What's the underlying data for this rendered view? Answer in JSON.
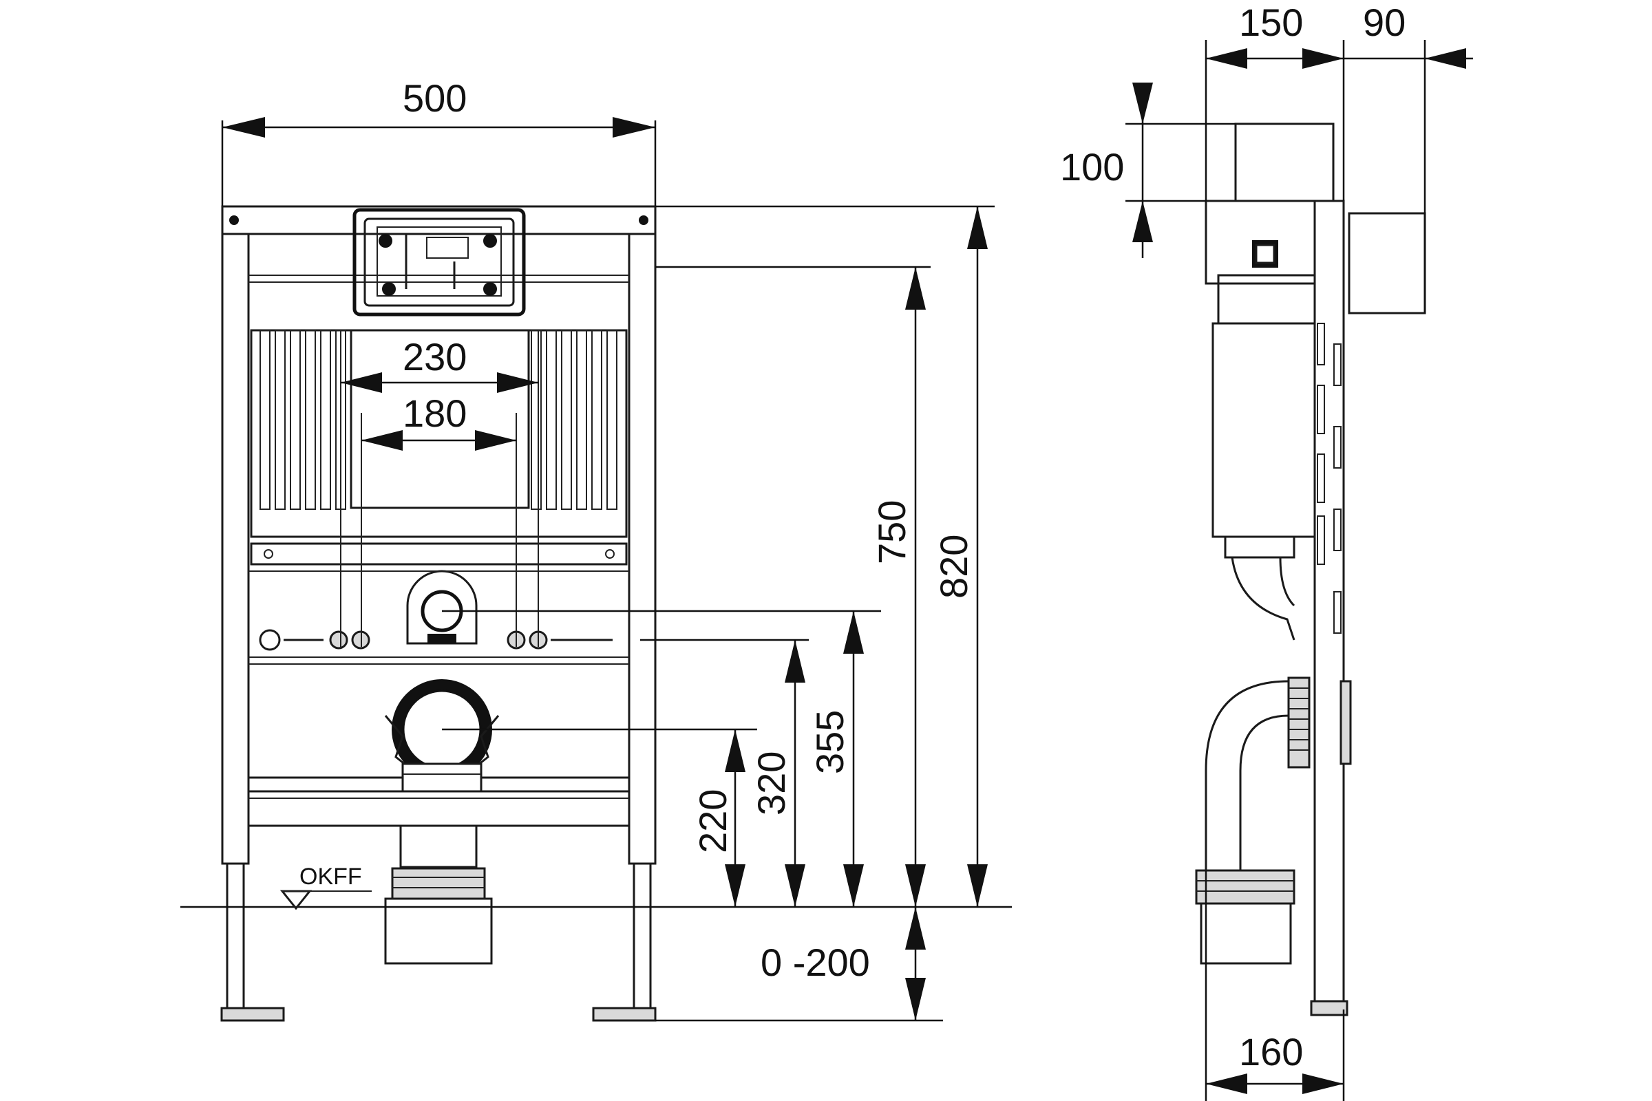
{
  "front_view": {
    "width": "500",
    "opening_outer": "230",
    "opening_inner": "180",
    "height_total": "820",
    "height_flush": "750",
    "supply_355": "355",
    "drain_320": "320",
    "outlet_220": "220",
    "leg_adjust": "0 -200",
    "floor_label": "OKFF"
  },
  "side_view": {
    "depth_150": "150",
    "depth_90": "90",
    "box_100": "100",
    "pipe_160": "160"
  }
}
